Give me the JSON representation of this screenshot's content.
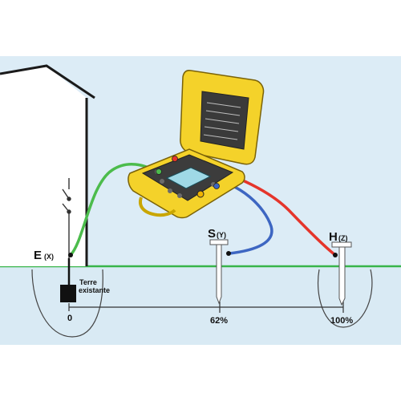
{
  "terminals": {
    "e": {
      "letter": "E",
      "sub": "(X)"
    },
    "s": {
      "letter": "S",
      "sub": "(Y)"
    },
    "h": {
      "letter": "H",
      "sub": "(Z)"
    }
  },
  "electrode_label": {
    "line1": "Terre",
    "line2": "existante"
  },
  "scale": {
    "start": "0",
    "mid": "62%",
    "end": "100%"
  },
  "colors": {
    "sky": "#dcecf6",
    "ground": "#d9eaf4",
    "grass": "#39b54a",
    "lead_green": "#4cbc4c",
    "lead_red": "#e5352b",
    "lead_blue": "#3d66c2",
    "case_yellow": "#f4d22a"
  },
  "icons": [
    "house",
    "switch",
    "ground-tester",
    "ground-electrode",
    "test-stake"
  ]
}
